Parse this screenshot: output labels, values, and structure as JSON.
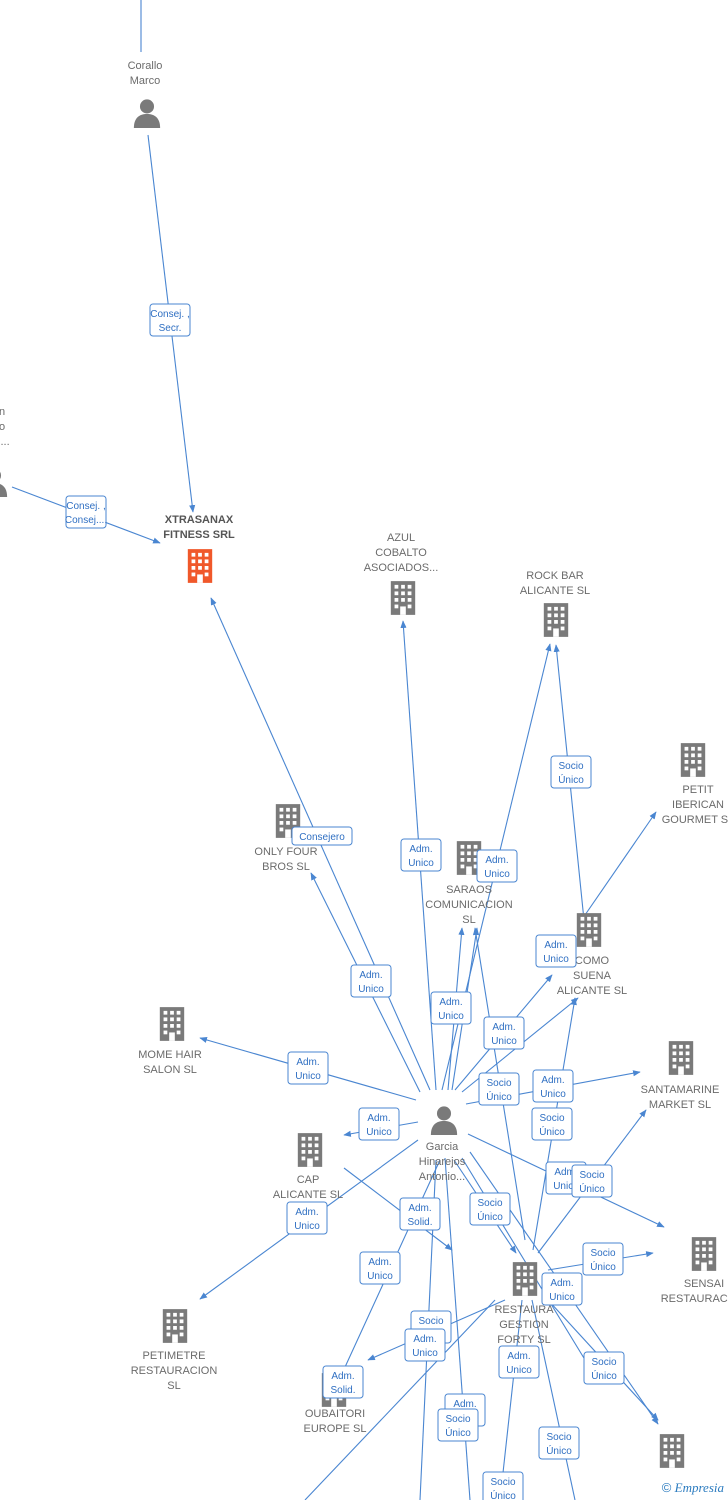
{
  "colors": {
    "edge": "#4a86d1",
    "label_text": "#2f6fc2",
    "company_icon": "#7a7a7a",
    "company_icon_main": "#f0582a",
    "person_icon": "#7a7a7a",
    "node_text": "#6b6b6b"
  },
  "nodes": [
    {
      "id": "corallo",
      "type": "person",
      "lines": [
        "Corallo",
        "Marco"
      ]
    },
    {
      "id": "leftperson",
      "type": "person",
      "lines": [
        "n",
        "o",
        "e..."
      ]
    },
    {
      "id": "xtrasanax",
      "type": "company",
      "main": true,
      "lines": [
        "XTRASANAX",
        "FITNESS SRL"
      ]
    },
    {
      "id": "azul",
      "type": "company",
      "lines": [
        "AZUL",
        "COBALTO",
        "ASOCIADOS..."
      ]
    },
    {
      "id": "rockbar",
      "type": "company",
      "lines": [
        "ROCK BAR",
        "ALICANTE  SL"
      ]
    },
    {
      "id": "petit",
      "type": "company",
      "lines": [
        "PETIT",
        "IBERICAN",
        "GOURMET SL"
      ]
    },
    {
      "id": "onlyfour",
      "type": "company",
      "lines": [
        "ONLY FOUR",
        "BROS  SL"
      ]
    },
    {
      "id": "saraos",
      "type": "company",
      "lines": [
        "SARAOS",
        "COMUNICACION",
        "SL"
      ]
    },
    {
      "id": "comosuena",
      "type": "company",
      "lines": [
        "COMO",
        "SUENA",
        "ALICANTE  SL"
      ]
    },
    {
      "id": "momehair",
      "type": "company",
      "lines": [
        "MOME HAIR",
        "SALON  SL"
      ]
    },
    {
      "id": "santamarine",
      "type": "company",
      "lines": [
        "SANTAMARINE",
        "MARKET  SL"
      ]
    },
    {
      "id": "garcia",
      "type": "person",
      "lines": [
        "Garcia",
        "Hinarejos",
        "Antonio..."
      ]
    },
    {
      "id": "capalicante",
      "type": "company",
      "lines": [
        "CAP",
        "ALICANTE  SL"
      ]
    },
    {
      "id": "sensai",
      "type": "company",
      "lines": [
        "SENSAI",
        "RESTAURACION"
      ]
    },
    {
      "id": "restaura",
      "type": "company",
      "lines": [
        "RESTAURA",
        "GESTION",
        "FORTY SL"
      ]
    },
    {
      "id": "petimetre",
      "type": "company",
      "lines": [
        "PETIMETRE",
        "RESTAURACION",
        "SL"
      ]
    },
    {
      "id": "oubaitori",
      "type": "company",
      "lines": [
        "OUBAITORI",
        "EUROPE  SL"
      ]
    },
    {
      "id": "bottomright",
      "type": "company",
      "lines": []
    }
  ],
  "edge_labels": [
    [
      "Consej. ,",
      "Secr."
    ],
    [
      "Consej. ,",
      "Consej...."
    ],
    [
      "Consejero"
    ],
    [
      "Adm.",
      "Unico"
    ],
    [
      "Adm.",
      "Unico"
    ],
    [
      "Socio",
      "Único"
    ],
    [
      "Adm.",
      "Unico"
    ],
    [
      "Adm.",
      "Unico"
    ],
    [
      "Adm.",
      "Unico"
    ],
    [
      "Adm.",
      "Unico"
    ],
    [
      "Adm.",
      "Unico"
    ],
    [
      "Adm.",
      "Unico"
    ],
    [
      "Socio",
      "Único"
    ],
    [
      "Adm.",
      "Unico"
    ],
    [
      "Socio",
      "Único"
    ],
    [
      "Adm.",
      "Unico"
    ],
    [
      "Adm.",
      "Unico"
    ],
    [
      "Socio",
      "Único"
    ],
    [
      "Adm.",
      "Solid."
    ],
    [
      "Socio",
      "Único"
    ],
    [
      "Adm.",
      "Unico"
    ],
    [
      "Socio",
      "Único"
    ],
    [
      "Adm.",
      "Unico"
    ],
    [
      "Socio",
      "Único"
    ],
    [
      "Adm.",
      "Unico"
    ],
    [
      "Adm.",
      "Unico"
    ],
    [
      "Adm.",
      "Solid."
    ],
    [
      "Socio",
      "Único"
    ],
    [
      "Adm.",
      "Unico"
    ],
    [
      "Socio",
      "Único"
    ],
    [
      "Socio",
      "Único"
    ],
    [
      "Socio",
      "Único"
    ]
  ],
  "footer": {
    "copyright": "©",
    "brand": "Empresia"
  }
}
